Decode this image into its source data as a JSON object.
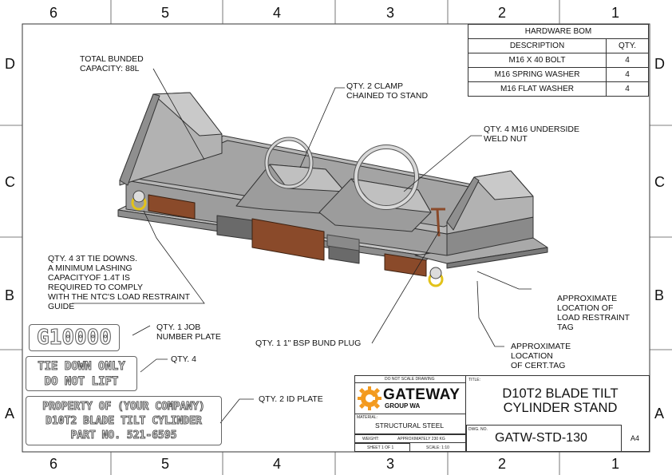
{
  "zones": {
    "columns": [
      "6",
      "5",
      "4",
      "3",
      "2",
      "1"
    ],
    "rows": [
      "D",
      "C",
      "B",
      "A"
    ]
  },
  "bom": {
    "title": "HARDWARE BOM",
    "headers": [
      "DESCRIPTION",
      "QTY."
    ],
    "rows": [
      {
        "desc": "M16 X 40 BOLT",
        "qty": "4"
      },
      {
        "desc": "M16 SPRING WASHER",
        "qty": "4"
      },
      {
        "desc": "M16 FLAT WASHER",
        "qty": "4"
      }
    ]
  },
  "annotations": {
    "bunded": "TOTAL BUNDED\nCAPACITY: 88L",
    "clamp": "QTY. 2 CLAMP\nCHAINED TO STAND",
    "weldnut": "QTY. 4 M16 UNDERSIDE\nWELD NUT",
    "tiedowns": "QTY. 4 3T TIE DOWNS.\nA MINIMUM LASHING\nCAPACITYOF 1.4T  IS\nREQUIRED TO COMPLY\nWITH THE NTC'S LOAD RESTRAINT\nGUIDE",
    "loadtag": "APPROXIMATE\nLOCATION OF\nLOAD RESTRAINT\nTAG",
    "certtag": "APPROXIMATE\nLOCATION\nOF CERT.TAG",
    "bundplug": "QTY. 1 1\" BSP BUND PLUG",
    "jobplate": "QTY. 1 JOB\nNUMBER PLATE",
    "qty4": "QTY. 4",
    "idplate": "QTY. 2 ID PLATE"
  },
  "plates": {
    "job_number": "G10000",
    "tie_down": "TIE DOWN ONLY\nDO NOT LIFT",
    "id": "PROPERTY OF (YOUR COMPANY)\nD10T2 BLADE TILT CYLINDER\nPART NO. 521-6595"
  },
  "title_block": {
    "do_not_scale": "DO NOT SCALE DRAWING",
    "logo_main": "GATEWAY",
    "logo_sub": "GROUP WA",
    "material_label": "MATERIAL:",
    "material": "STRUCTURAL STEEL",
    "weight_label": "WEIGHT:",
    "weight": "APPROXIMATELY 230 KG",
    "sheet": "SHEET 1 OF 1",
    "scale": "SCALE: 1:10",
    "title_label": "TITLE:",
    "title": "D10T2 BLADE TILT\nCYLINDER STAND",
    "dwg_label": "DWG. NO.",
    "dwg_no": "GATW-STD-130",
    "size": "A4"
  },
  "colors": {
    "steel_light": "#b9b9b9",
    "steel_mid": "#9a9a9a",
    "steel_dark": "#6f6f6f",
    "plate_brown": "#8a4a2a",
    "logo_orange": "#f39a1e",
    "shackle_yellow": "#e2c21a"
  }
}
